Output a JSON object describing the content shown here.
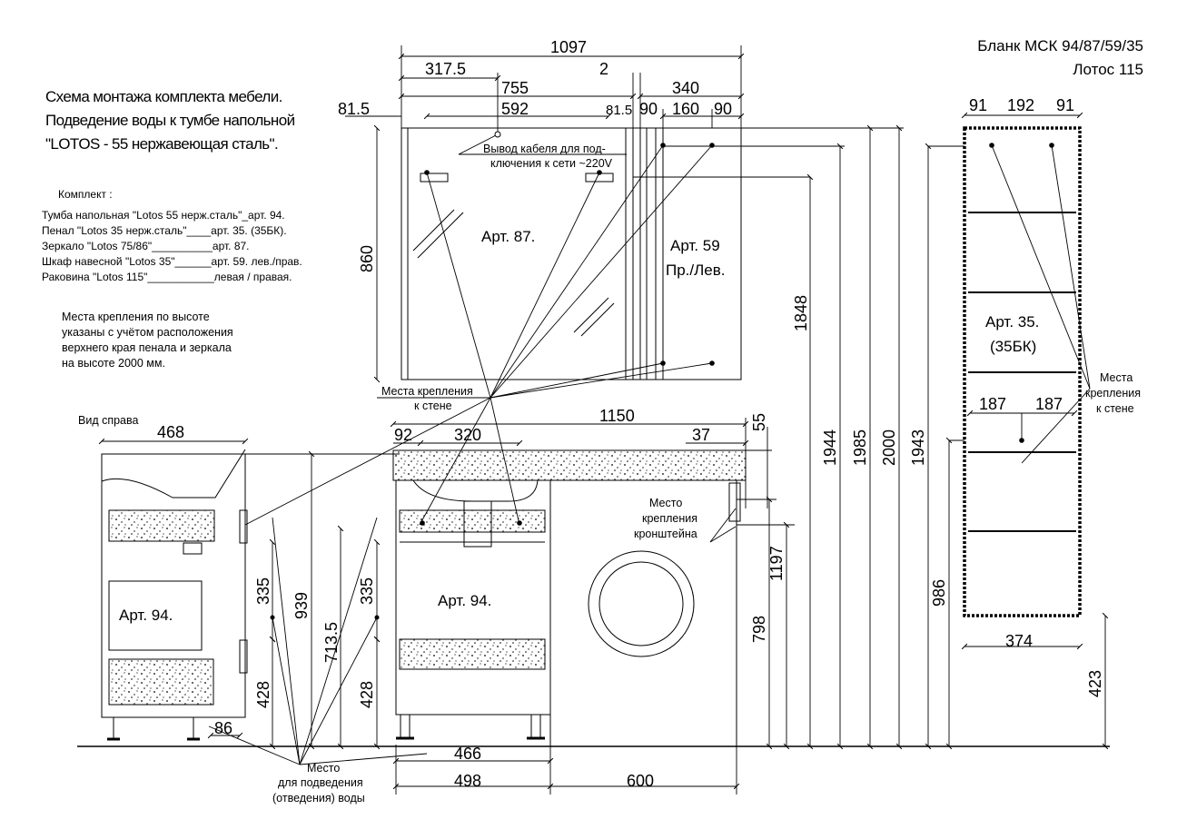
{
  "header": {
    "form_line1": "Бланк МСК 94/87/59/35",
    "form_line2": "Лотос 115"
  },
  "title": {
    "line1": "Схема монтажа комплекта мебели.",
    "line2": "Подведение воды к тумбе напольной",
    "line3": "\"LOTOS - 55 нержавеющая сталь\"."
  },
  "kit": {
    "heading": "Комплект :",
    "items": [
      "Тумба напольная \"Lotos 55 нерж.сталь\"_арт. 94.",
      "Пенал \"Lotos 35 нерж.сталь\"____арт. 35. (35БК).",
      "Зеркало \"Lotos 75/86\"__________арт. 87.",
      "Шкаф навесной \"Lotos 35\"______арт. 59. лев./прав.",
      "Раковина \"Lotos 115\"___________левая / правая."
    ]
  },
  "note": {
    "line1": "Места крепления по высоте",
    "line2": "указаны с учётом расположения",
    "line3": "верхнего края пенала и зеркала",
    "line4": "на высоте 2000 мм."
  },
  "side_view": {
    "label": "Вид  справа"
  },
  "parts": {
    "mirror": "Арт. 87.",
    "cabinet_line1": "Арт. 59",
    "cabinet_line2": "Пр./Лев.",
    "pencil_line1": "Арт. 35.",
    "pencil_line2": "(35БК)",
    "vanity": "Арт. 94.",
    "vanity_side": "Арт. 94."
  },
  "callouts": {
    "cable_line1": "Вывод кабеля для под-",
    "cable_line2": "ключения к сети ~220V",
    "wall_mount_line1": "Места крепления",
    "wall_mount_line2": "к стене",
    "pencil_mount_line1": "Места",
    "pencil_mount_line2": "крепления",
    "pencil_mount_line3": "к стене",
    "bracket_line1": "Место",
    "bracket_line2": "крепления",
    "bracket_line3": "кронштейна",
    "water_line1": "Место",
    "water_line2": "для подведения",
    "water_line3": "(отведения) воды"
  },
  "dimensions": {
    "d1097": "1097",
    "d317_5": "317.5",
    "d2": "2",
    "d755": "755",
    "d340": "340",
    "d81_5_left": "81.5",
    "d592": "592",
    "d81_5_right": "81.5",
    "d90_a": "90",
    "d160": "160",
    "d90_b": "90",
    "d860": "860",
    "d1848": "1848",
    "d1944": "1944",
    "d1985": "1985",
    "d2000": "2000",
    "d1943": "1943",
    "d91_a": "91",
    "d192": "192",
    "d91_b": "91",
    "d187_a": "187",
    "d187_b": "187",
    "d986": "986",
    "d374": "374",
    "d423": "423",
    "d468": "468",
    "d1150": "1150",
    "d92": "92",
    "d320": "320",
    "d37": "37",
    "d55": "55",
    "d1197": "1197",
    "d798": "798",
    "d335_side": "335",
    "d939": "939",
    "d713_5": "713.5",
    "d335_front": "335",
    "d428_side": "428",
    "d428_front": "428",
    "d86": "86",
    "d466": "466",
    "d498": "498",
    "d600": "600"
  }
}
